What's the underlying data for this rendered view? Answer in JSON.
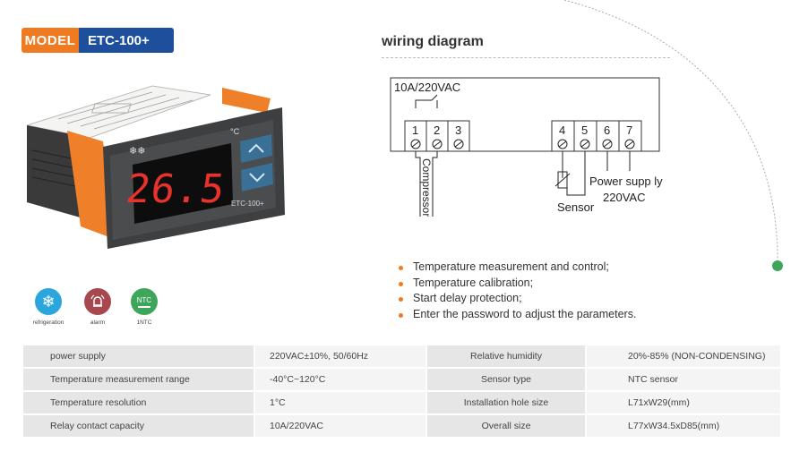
{
  "model": {
    "label": "MODEL",
    "name": "ETC-100+"
  },
  "device": {
    "display": "26.5",
    "unit": "°C",
    "brand": "ETC-100+"
  },
  "wiring": {
    "title": "wiring diagram",
    "rating": "10A/220VAC",
    "terminals": [
      "1",
      "2",
      "3",
      "4",
      "5",
      "6",
      "7"
    ],
    "compressor": "Compressor",
    "sensor": "Sensor",
    "power_line1": "Power supp ly",
    "power_line2": "220VAC"
  },
  "features": [
    "Temperature measurement and control;",
    "Temperature calibration;",
    "Start delay protection;",
    "Enter the password to adjust the parameters."
  ],
  "icons": [
    {
      "name": "refrigeration",
      "label": "refrigeration",
      "color": "#2ba6dd"
    },
    {
      "name": "alarm",
      "label": "alarm",
      "color": "#a7484f"
    },
    {
      "name": "ntc",
      "label": "1NTC",
      "glyph": "NTC",
      "color": "#3ea65a"
    }
  ],
  "specs": [
    {
      "k1": "power supply",
      "v1": "220VAC±10%, 50/60Hz",
      "k2": "Relative humidity",
      "v2": "20%-85% (NON-CONDENSING)"
    },
    {
      "k1": "Temperature measurement range",
      "v1": "-40°C~120°C",
      "k2": "Sensor type",
      "v2": "NTC sensor"
    },
    {
      "k1": "Temperature resolution",
      "v1": "1°C",
      "k2": "Installation hole size",
      "v2": "L71xW29(mm)"
    },
    {
      "k1": "Relay contact capacity",
      "v1": "10A/220VAC",
      "k2": "Overall size",
      "v2": "L77xW34.5xD85(mm)"
    }
  ],
  "colors": {
    "orange": "#ee7b22",
    "blue": "#1e4f9c",
    "green": "#3ea65a",
    "digit_red": "#e8322c"
  }
}
